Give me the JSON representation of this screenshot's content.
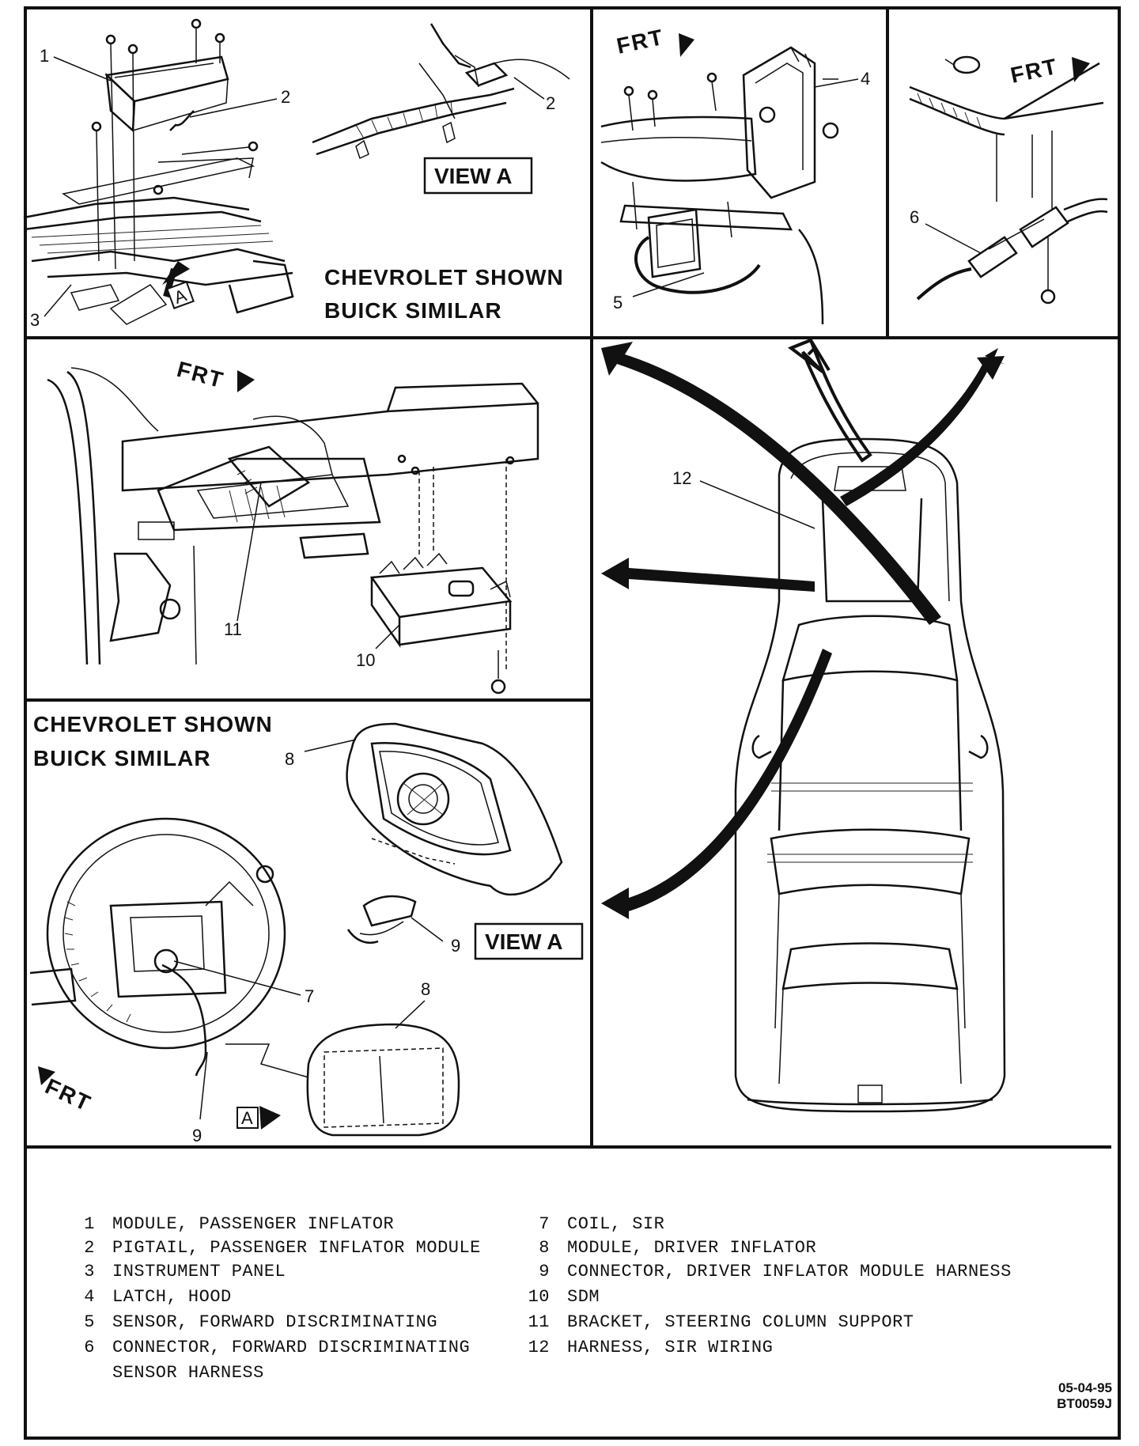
{
  "panels": {
    "p1": {
      "caption_line1": "CHEVROLET SHOWN",
      "caption_line2": "BUICK SIMILAR",
      "view_label": "VIEW A",
      "arrow_badge": "A"
    },
    "p2": {
      "frt": "FRT"
    },
    "p3": {
      "frt": "FRT"
    },
    "p4": {
      "frt": "FRT"
    },
    "p6": {
      "caption_line1": "CHEVROLET SHOWN",
      "caption_line2": "BUICK SIMILAR",
      "view_label": "VIEW A",
      "arrow_badge": "A",
      "frt": "FRT"
    }
  },
  "callouts": {
    "c1": "1",
    "c2a": "2",
    "c2b": "2",
    "c3": "3",
    "c4": "4",
    "c5": "5",
    "c6": "6",
    "c7": "7",
    "c8a": "8",
    "c8b": "8",
    "c9a": "9",
    "c9b": "9",
    "c10": "10",
    "c11": "11",
    "c12": "12"
  },
  "legend_left": [
    {
      "num": "1",
      "text": "MODULE, PASSENGER INFLATOR"
    },
    {
      "num": "2",
      "text": "PIGTAIL, PASSENGER INFLATOR MODULE"
    },
    {
      "num": "3",
      "text": "INSTRUMENT PANEL"
    },
    {
      "num": "4",
      "text": "LATCH, HOOD"
    },
    {
      "num": "5",
      "text": "SENSOR, FORWARD DISCRIMINATING"
    },
    {
      "num": "6",
      "text": "CONNECTOR, FORWARD DISCRIMINATING"
    },
    {
      "num": "",
      "text": "SENSOR HARNESS"
    }
  ],
  "legend_right": [
    {
      "num": "7",
      "text": "COIL, SIR"
    },
    {
      "num": "8",
      "text": "MODULE, DRIVER INFLATOR"
    },
    {
      "num": "9",
      "text": "CONNECTOR, DRIVER INFLATOR MODULE HARNESS"
    },
    {
      "num": "10",
      "text": "SDM"
    },
    {
      "num": "11",
      "text": "BRACKET, STEERING COLUMN SUPPORT"
    },
    {
      "num": "12",
      "text": "HARNESS, SIR WIRING"
    }
  ],
  "footer": {
    "date": "05-04-95",
    "code": "BT0059J"
  }
}
